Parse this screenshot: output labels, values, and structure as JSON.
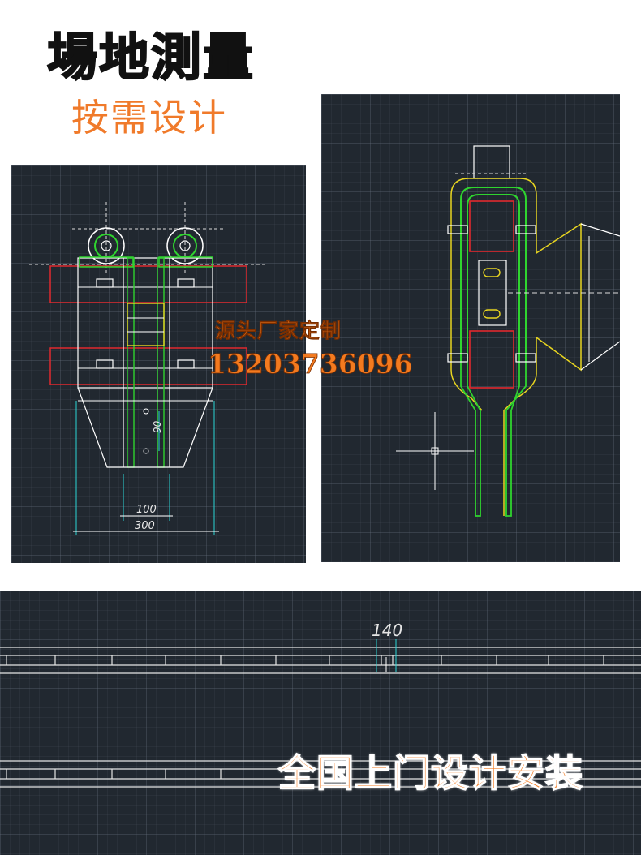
{
  "header": {
    "title": "場地測量",
    "subtitle": "按需设计"
  },
  "drawing_left": {
    "dim_90": "90",
    "dim_100": "100",
    "dim_300": "300"
  },
  "overlay": {
    "tagline": "源头厂家定制",
    "phone": "13203736096"
  },
  "drawing_bottom": {
    "dim_140": "140"
  },
  "banner": {
    "text": "全国上门设计安装"
  },
  "colors": {
    "accent_orange": "#f37a1f",
    "cad_background": "#212830"
  }
}
